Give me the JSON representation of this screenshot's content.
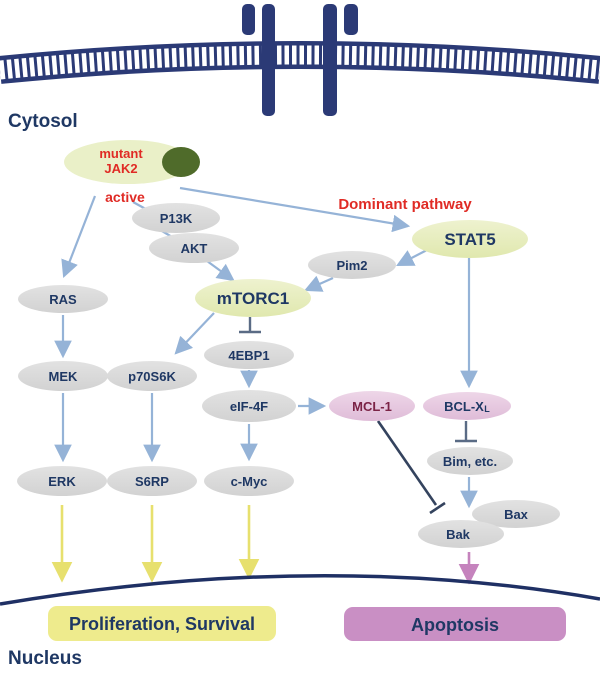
{
  "diagram": {
    "type": "signaling-pathway",
    "zones": {
      "cytosol": "Cytosol",
      "nucleus": "Nucleus"
    },
    "annotations": {
      "dominant_pathway": "Dominant pathway",
      "jak2_line1": "mutant",
      "jak2_line2": "JAK2",
      "jak2_state": "active"
    },
    "nodes": {
      "p13k": {
        "label": "P13K"
      },
      "akt": {
        "label": "AKT"
      },
      "stat5": {
        "label": "STAT5"
      },
      "pim2": {
        "label": "Pim2"
      },
      "ras": {
        "label": "RAS"
      },
      "mtorc1": {
        "label": "mTORC1"
      },
      "mek": {
        "label": "MEK"
      },
      "p70s6k": {
        "label": "p70S6K"
      },
      "ebp1": {
        "label": "4EBP1"
      },
      "eif4f": {
        "label": "eIF-4F"
      },
      "mcl1": {
        "label": "MCL-1"
      },
      "bclxl": {
        "label": "BCL-X",
        "subscript": "L"
      },
      "bim": {
        "label": "Bim, etc."
      },
      "bax": {
        "label": "Bax"
      },
      "bak": {
        "label": "Bak"
      },
      "erk": {
        "label": "ERK"
      },
      "s6rp": {
        "label": "S6RP"
      },
      "cmyc": {
        "label": "c-Myc"
      }
    },
    "outcomes": {
      "proliferation": {
        "label": "Proliferation, Survival"
      },
      "apoptosis": {
        "label": "Apoptosis"
      }
    },
    "colors": {
      "membrane_navy": "#2b3a76",
      "text_navy": "#1f3864",
      "red_accent": "#e02b25",
      "gray_node": "#d9d9d9",
      "green_yellow_node": "#e7edc0",
      "dark_green_blob": "#4f6b2a",
      "pink_node": "#e8cbe1",
      "arrow_blue": "#95b3d7",
      "inhibit_slate": "#44546a",
      "arrow_yellow": "#e7e06e",
      "arrow_pink": "#c583bd",
      "proliferation_box": "#eeeb8d",
      "apoptosis_box": "#c98fc4"
    }
  }
}
